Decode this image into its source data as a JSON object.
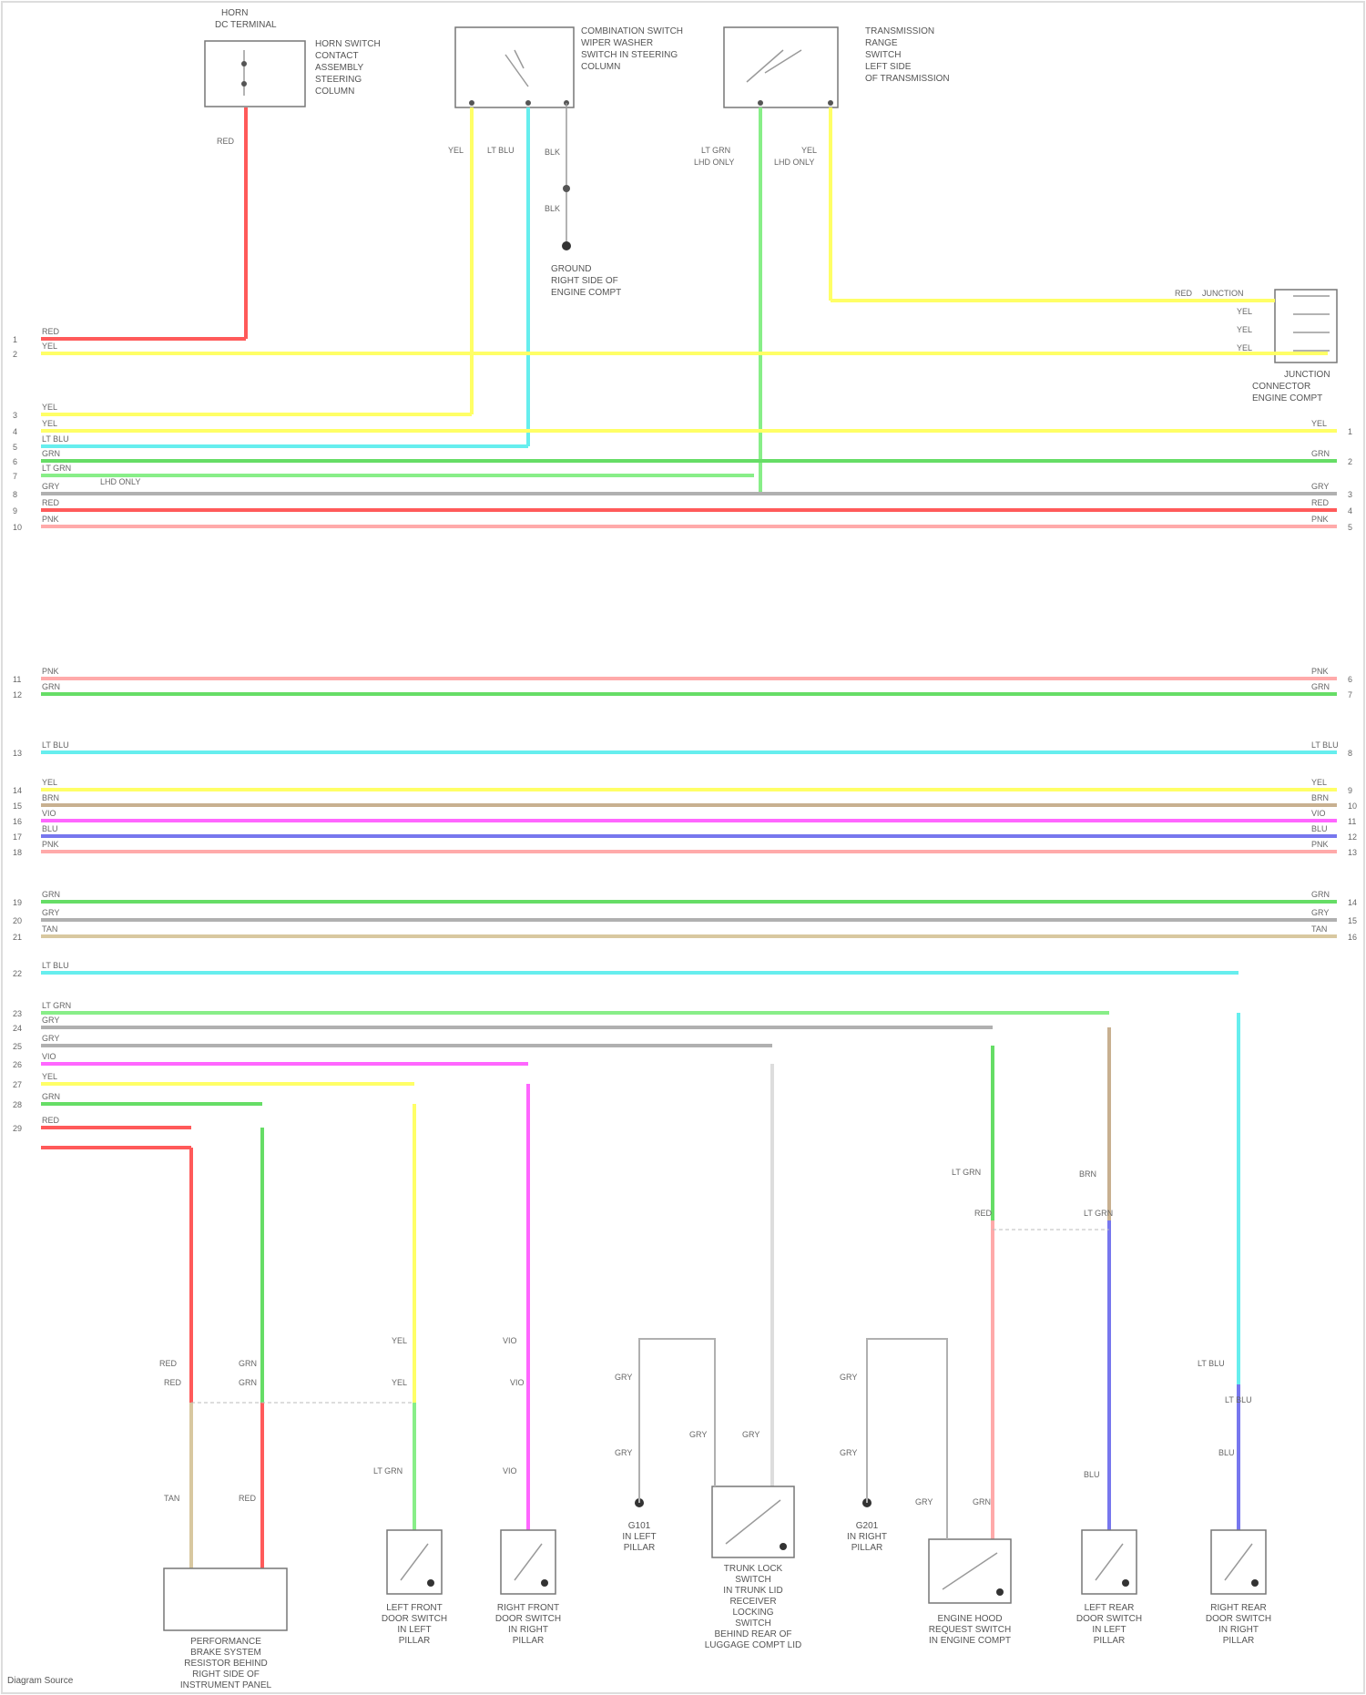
{
  "colors": {
    "RED": "#ff5a5a",
    "YEL": "#ffff66",
    "LT BLU": "#66eeee",
    "GRN": "#66dd66",
    "LT GRN": "#88ee88",
    "GRY": "#b0b0b0",
    "PNK": "#ffaaaa",
    "TAN": "#d8c8a0",
    "VIO": "#ff66ff",
    "BLU": "#7777ee",
    "WHT": "#dddddd",
    "BRN": "#c8b090",
    "BLK": "#333333"
  },
  "header_components": {
    "horn": [
      "HORN",
      "DC TERMINAL"
    ],
    "horn_desc": [
      "HORN SWITCH",
      "CONTACT",
      "ASSEMBLY",
      "STEERING",
      "COLUMN"
    ],
    "combo": [
      "COMBINATION SWITCH",
      "WIPER WASHER",
      "SWITCH IN STEERING",
      "COLUMN"
    ],
    "trans": [
      "TRANSMISSION",
      "RANGE",
      "SWITCH",
      "LEFT SIDE",
      "OF TRANSMISSION"
    ],
    "ground": [
      "GROUND",
      "RIGHT SIDE OF",
      "ENGINE COMPT"
    ],
    "junction": [
      "JUNCTION",
      "CONNECTOR",
      "ENGINE COMPT"
    ],
    "wire_labels": {
      "horn_red": "RED",
      "combo_yel": "YEL",
      "combo_ltblu": "LT BLU",
      "combo_blk": "BLK",
      "combo_blk2": "BLK",
      "trans_ltgrn": [
        "LT GRN",
        "LHD ONLY"
      ],
      "trans_yel": [
        "YEL",
        "LHD ONLY"
      ],
      "junc_red": "RED",
      "junc_sub": "JUNCTION",
      "junc_y1": "YEL",
      "junc_y2": "YEL",
      "junc_y3": "YEL",
      "lhd_only": "LHD ONLY"
    }
  },
  "bus_wires": [
    {
      "id": "r1",
      "left": "RED",
      "right": "",
      "pin": "1",
      "rpin": ""
    },
    {
      "id": "r2",
      "left": "YEL",
      "right": "",
      "pin": "2",
      "rpin": ""
    },
    {
      "id": "r3",
      "left": "YEL",
      "right": "",
      "pin": "3",
      "rpin": ""
    },
    {
      "id": "r4",
      "left": "YEL",
      "right": "YEL",
      "pin": "4",
      "rpin": "1"
    },
    {
      "id": "r5",
      "left": "LT BLU",
      "right": "",
      "pin": "5",
      "rpin": ""
    },
    {
      "id": "r6",
      "left": "GRN",
      "right": "GRN",
      "pin": "6",
      "rpin": "2"
    },
    {
      "id": "r7",
      "left": "LT GRN",
      "right": "",
      "pin": "7",
      "rpin": ""
    },
    {
      "id": "r8",
      "left": "GRY",
      "right": "GRY",
      "pin": "8",
      "rpin": "3"
    },
    {
      "id": "r9",
      "left": "RED",
      "right": "RED",
      "pin": "9",
      "rpin": "4"
    },
    {
      "id": "r10",
      "left": "PNK",
      "right": "PNK",
      "pin": "10",
      "rpin": "5"
    },
    {
      "id": "r11",
      "left": "PNK",
      "right": "PNK",
      "pin": "11",
      "rpin": "6"
    },
    {
      "id": "r12",
      "left": "GRN",
      "right": "GRN",
      "pin": "12",
      "rpin": "7"
    },
    {
      "id": "r13",
      "left": "LT BLU",
      "right": "LT BLU",
      "pin": "13",
      "rpin": "8"
    },
    {
      "id": "r14",
      "left": "YEL",
      "right": "YEL",
      "pin": "14",
      "rpin": "9"
    },
    {
      "id": "r15",
      "left": "BRN",
      "right": "BRN",
      "pin": "15",
      "rpin": "10"
    },
    {
      "id": "r16",
      "left": "VIO",
      "right": "VIO",
      "pin": "16",
      "rpin": "11"
    },
    {
      "id": "r17",
      "left": "BLU",
      "right": "BLU",
      "pin": "17",
      "rpin": "12"
    },
    {
      "id": "r18",
      "left": "PNK",
      "right": "PNK",
      "pin": "18",
      "rpin": "13"
    },
    {
      "id": "r19",
      "left": "GRN",
      "right": "GRN",
      "pin": "19",
      "rpin": "14"
    },
    {
      "id": "r20",
      "left": "GRY",
      "right": "GRY",
      "pin": "20",
      "rpin": "15"
    },
    {
      "id": "r21",
      "left": "TAN",
      "right": "TAN",
      "pin": "21",
      "rpin": "16"
    },
    {
      "id": "r22",
      "left": "LT BLU",
      "right": "",
      "pin": "22",
      "rpin": ""
    },
    {
      "id": "r23",
      "left": "LT GRN",
      "right": "",
      "pin": "23",
      "rpin": ""
    },
    {
      "id": "r24",
      "left": "GRY",
      "right": "",
      "pin": "24",
      "rpin": ""
    },
    {
      "id": "r25",
      "left": "GRY",
      "right": "",
      "pin": "25",
      "rpin": ""
    },
    {
      "id": "r26",
      "left": "VIO",
      "right": "",
      "pin": "26",
      "rpin": ""
    },
    {
      "id": "r27",
      "left": "YEL",
      "right": "",
      "pin": "27",
      "rpin": ""
    },
    {
      "id": "r28",
      "left": "GRN",
      "right": "",
      "pin": "28",
      "rpin": ""
    },
    {
      "id": "r29",
      "left": "RED",
      "right": "",
      "pin": "29",
      "rpin": ""
    }
  ],
  "bottom_components": [
    {
      "id": "receiver",
      "lines": [
        "PERFORMANCE",
        "BRAKE SYSTEM",
        "RESISTOR BEHIND",
        "RIGHT SIDE OF",
        "INSTRUMENT PANEL"
      ]
    },
    {
      "id": "lf_door",
      "lines": [
        "LEFT FRONT",
        "DOOR SWITCH",
        "IN LEFT",
        "PILLAR"
      ]
    },
    {
      "id": "rf_door",
      "lines": [
        "RIGHT FRONT",
        "DOOR SWITCH",
        "IN RIGHT",
        "PILLAR"
      ]
    },
    {
      "id": "gnd1",
      "lines": [
        "G101",
        "IN LEFT",
        "PILLAR"
      ]
    },
    {
      "id": "trunk",
      "lines": [
        "TRUNK LOCK",
        "SWITCH",
        "IN TRUNK LID",
        "RECEIVER",
        "LOCKING",
        "SWITCH",
        "BEHIND REAR OF",
        "LUGGAGE COMPT LID"
      ]
    },
    {
      "id": "gnd2",
      "lines": [
        "G201",
        "IN RIGHT",
        "PILLAR"
      ]
    },
    {
      "id": "hood",
      "lines": [
        "ENGINE HOOD",
        "REQUEST SWITCH",
        "IN ENGINE COMPT"
      ]
    },
    {
      "id": "lr_door",
      "lines": [
        "LEFT REAR",
        "DOOR SWITCH",
        "IN LEFT",
        "PILLAR"
      ]
    },
    {
      "id": "rr_door",
      "lines": [
        "RIGHT REAR",
        "DOOR SWITCH",
        "IN RIGHT",
        "PILLAR"
      ]
    }
  ],
  "bottom_wire_labels": {
    "rec_red": "RED",
    "rec_red2": "RED",
    "rec_grn": "GRN",
    "rec_grn2": "GRN",
    "rec_tan": "TAN",
    "rec_red3": "RED",
    "lf_yel": "YEL",
    "lf_yel2": "YEL",
    "lf_ltgrn": "LT GRN",
    "rf_vio": "VIO",
    "rf_vio2": "VIO",
    "rf_vio3": "VIO",
    "g1_gry": "GRY",
    "g1_gry2": "GRY",
    "tr_gry": "GRY",
    "tr_gry2": "GRY",
    "g2_gry": "GRY",
    "g2_gry2": "GRY",
    "hd_gry": "GRY",
    "hd_grn": "GRN",
    "hd_ltgrn": "LT GRN",
    "hd_red": "RED",
    "lr_brn": "BRN",
    "lr_ltgrn": "LT GRN",
    "lr_blu": "BLU",
    "rr_ltblu": "LT BLU",
    "rr_ltblu2": "LT BLU",
    "rr_blu": "BLU"
  },
  "footer": "Diagram Source"
}
